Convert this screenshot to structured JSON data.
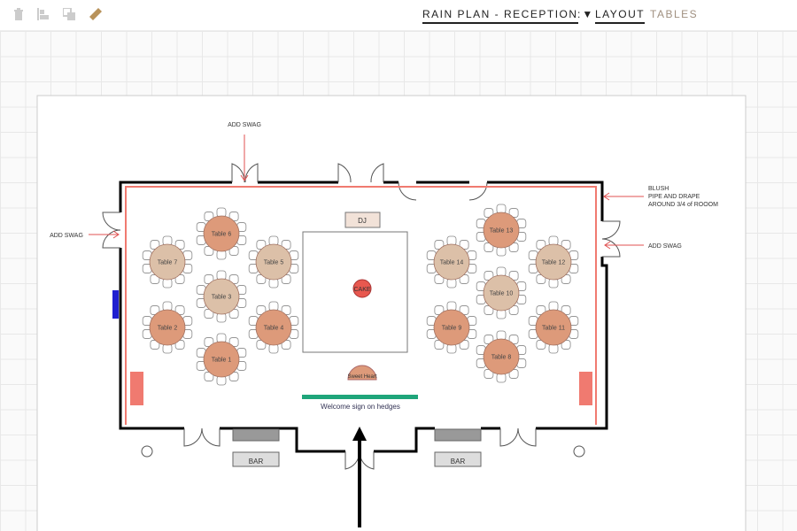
{
  "toolbar": {
    "icons": [
      "trash-icon",
      "align-icon",
      "duplicate-icon",
      "ruler-icon"
    ]
  },
  "nav": {
    "plan": "RAIN PLAN - RECEPTION",
    "separator": ":",
    "layout": "LAYOUT",
    "tables": "TABLES"
  },
  "floorplan": {
    "dj": "DJ",
    "cake": "CAKE",
    "sweetheart": "Sweet Heart",
    "sign": "Welcome sign on hedges",
    "bar1": "BAR",
    "bar2": "BAR",
    "notes": {
      "swag_top": "ADD SWAG",
      "swag_left": "ADD SWAG",
      "swag_right": "ADD SWAG",
      "drape1": "BLUSH",
      "drape2": "PIPE AND DRAPE",
      "drape3": "AROUND 3/4 of ROOOM"
    },
    "tables": [
      {
        "label": "Table 1",
        "tone": "dark"
      },
      {
        "label": "Table 2",
        "tone": "dark"
      },
      {
        "label": "Table 3",
        "tone": "light"
      },
      {
        "label": "Table 4",
        "tone": "dark"
      },
      {
        "label": "Table 5",
        "tone": "light"
      },
      {
        "label": "Table 6",
        "tone": "dark"
      },
      {
        "label": "Table 7",
        "tone": "light"
      },
      {
        "label": "Table 8",
        "tone": "dark"
      },
      {
        "label": "Table 9",
        "tone": "dark"
      },
      {
        "label": "Table 10",
        "tone": "light"
      },
      {
        "label": "Table 11",
        "tone": "dark"
      },
      {
        "label": "Table 12",
        "tone": "light"
      },
      {
        "label": "Table 13",
        "tone": "dark"
      },
      {
        "label": "Table 14",
        "tone": "light"
      }
    ],
    "colors": {
      "dark": "#dd9a7a",
      "light": "#dcc0a8",
      "drape": "#f07a70",
      "cake": "#e8584f",
      "sign": "#1fa57a",
      "accent": "#2020d0"
    }
  }
}
